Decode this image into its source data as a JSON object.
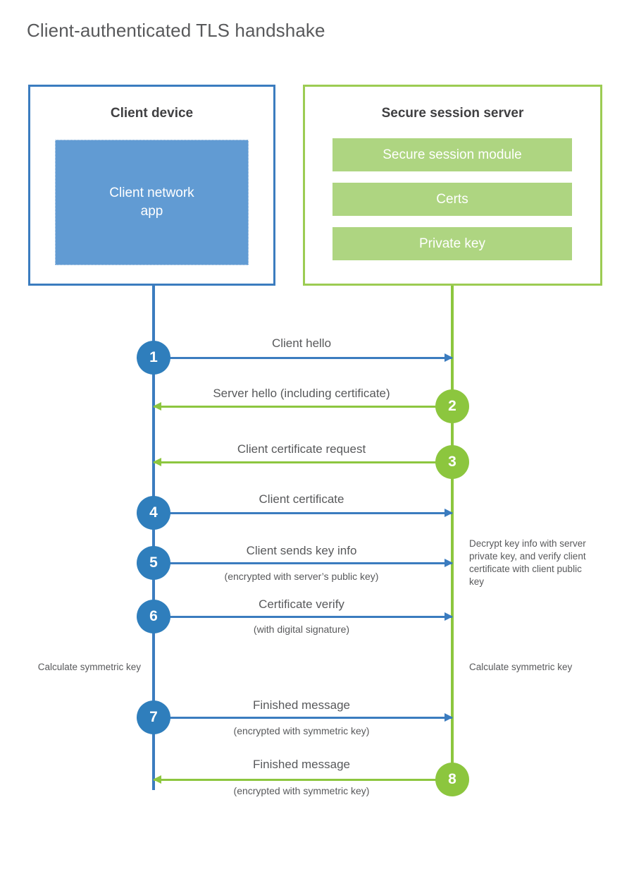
{
  "title": "Client-authenticated TLS handshake",
  "colors": {
    "client_blue_border": "#3b7cbf",
    "client_app_fill": "#619bd3",
    "server_green_border": "#9ccc53",
    "server_module_fill": "#aed581",
    "step_blue": "#2f7ebc",
    "step_green": "#8cc63e",
    "text_gray": "#58595b",
    "heading_dark": "#3f3f41",
    "background": "#ffffff"
  },
  "client": {
    "title": "Client device",
    "app_label": "Client network\napp",
    "app_label_line1": "Client network",
    "app_label_line2": "app"
  },
  "server": {
    "title": "Secure session server",
    "modules": [
      {
        "label": "Secure session module"
      },
      {
        "label": "Certs"
      },
      {
        "label": "Private key"
      }
    ]
  },
  "steps": [
    {
      "number": "1",
      "label": "Client hello",
      "sublabel": "",
      "direction": "client-to-server",
      "color": "blue"
    },
    {
      "number": "2",
      "label": "Server hello (including certificate)",
      "sublabel": "",
      "direction": "server-to-client",
      "color": "green"
    },
    {
      "number": "3",
      "label": "Client certificate request",
      "sublabel": "",
      "direction": "server-to-client",
      "color": "green"
    },
    {
      "number": "4",
      "label": "Client certificate",
      "sublabel": "",
      "direction": "client-to-server",
      "color": "blue"
    },
    {
      "number": "5",
      "label": "Client sends key info",
      "sublabel": "(encrypted with server’s public key)",
      "direction": "client-to-server",
      "color": "blue"
    },
    {
      "number": "6",
      "label": "Certificate verify",
      "sublabel": "(with digital signature)",
      "direction": "client-to-server",
      "color": "blue"
    },
    {
      "number": "7",
      "label": "Finished message",
      "sublabel": "(encrypted with symmetric key)",
      "direction": "client-to-server",
      "color": "blue"
    },
    {
      "number": "8",
      "label": "Finished message",
      "sublabel": "(encrypted with symmetric key)",
      "direction": "server-to-client",
      "color": "green"
    }
  ],
  "annotations": {
    "server_decrypt": "Decrypt key info with server private key, and verify client certificate with client public key",
    "client_calculate": "Calculate symmetric key",
    "server_calculate": "Calculate symmetric key"
  }
}
